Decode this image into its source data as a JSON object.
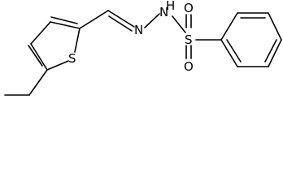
{
  "molecule": {
    "atoms": {
      "sulfur_thiophene": "S",
      "nitrogen_imine": "N",
      "nitrogen_amine": "N",
      "hydrogen_amine": "H",
      "sulfur_sulfonyl": "S",
      "oxygen_upper": "O",
      "oxygen_lower": "O"
    }
  }
}
